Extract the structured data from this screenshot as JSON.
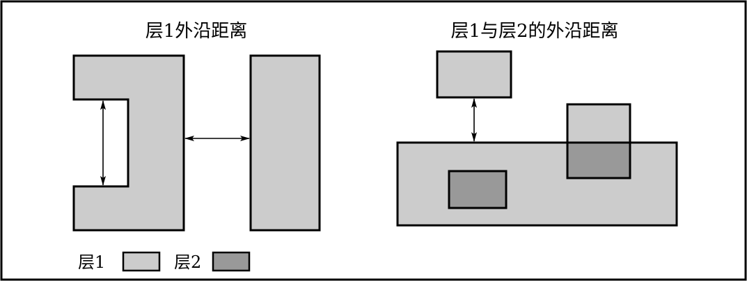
{
  "left_panel": {
    "title": "层1外沿距离"
  },
  "right_panel": {
    "title": "层1与层2的外沿距离"
  },
  "legend": {
    "layer1_label": "层1",
    "layer2_label": "层2"
  },
  "colors": {
    "layer1_fill": "#cccccc",
    "layer2_fill": "#999999",
    "overlap_fill": "#999999",
    "outline": "#000000",
    "frame": "#000000"
  }
}
